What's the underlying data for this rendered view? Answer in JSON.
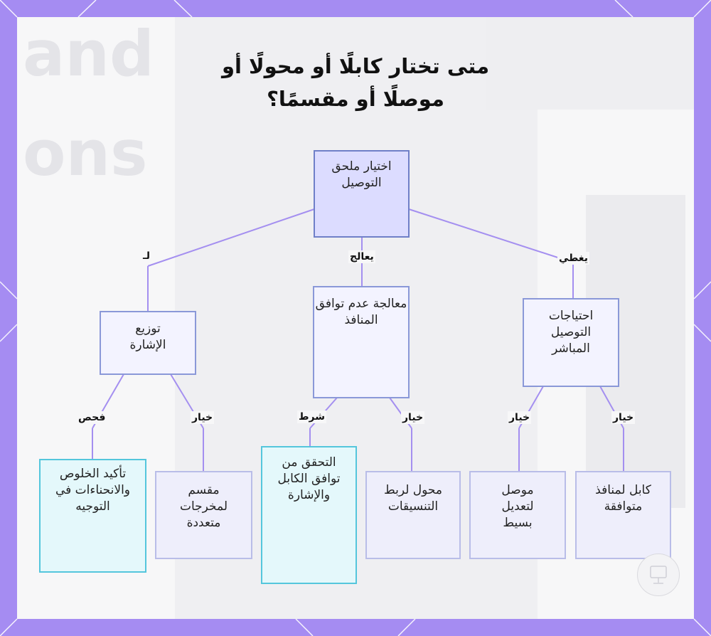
{
  "title": {
    "line1": "متى تختار كابلًا أو محولًا أو",
    "line2": "موصلًا أو مقسمًا؟"
  },
  "background": {
    "word1": "and",
    "word2": "ons"
  },
  "nodes": {
    "root": "اختيار ملحق التوصيل",
    "direct": "احتياجات التوصيل المباشر",
    "mismatch": "معالجة عدم توافق المنافذ",
    "distribution": "توزيع الإشارة",
    "cable": "كابل لمنافذ متوافقة",
    "connector": "موصل لتعديل بسيط",
    "adapter": "محول لربط التنسيقات",
    "check": "التحقق من توافق الكابل والإشارة",
    "splitter": "مقسم لمخرجات متعددة",
    "confirm": "تأكيد الخلوص والانحناءات في التوجيه"
  },
  "edge_labels": {
    "covers": "يغطي",
    "handles": "يعالج",
    "for": "لـ",
    "option_cable": "خيار",
    "option_connector": "خيار",
    "option_adapter": "خيار",
    "condition": "شرط",
    "option_splitter": "خيار",
    "inspect": "فحص"
  },
  "colors": {
    "frame": "#a58cf2",
    "root_fill": "#dcdcff",
    "connector_line": "#a48ff0",
    "highlight_border": "#54c6dc"
  }
}
